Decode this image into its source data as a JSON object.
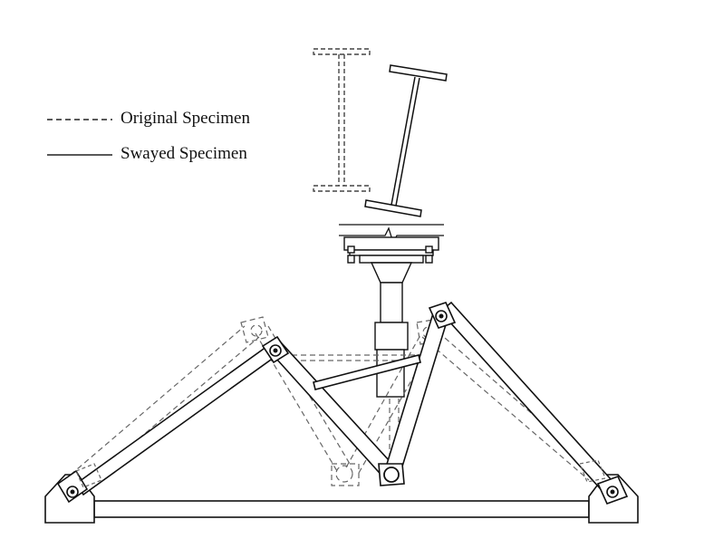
{
  "legend": {
    "original_label": "Original Specimen",
    "swayed_label": "Swayed Specimen",
    "original_style": "dashed",
    "swayed_style": "solid"
  },
  "colors": {
    "ink": "#111111",
    "dashed_ink": "#666666",
    "background": "#ffffff"
  }
}
